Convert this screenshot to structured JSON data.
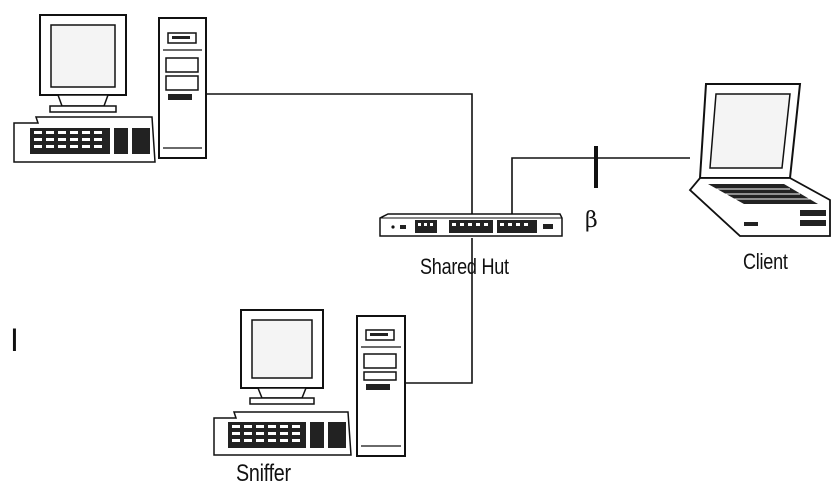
{
  "labels": {
    "hub": "Shared Hut",
    "client": "Client",
    "sniffer": "Sniffer",
    "tap_symbol": "β",
    "side_mark": "I"
  },
  "colors": {
    "line": "#111111",
    "fill": "#ffffff",
    "screen": "#f4f4f4",
    "dark": "#1a1a1a"
  },
  "icons": {
    "top_left": "desktop-computer-icon",
    "bottom": "desktop-computer-icon",
    "hub": "network-hub-icon",
    "client": "laptop-icon"
  }
}
